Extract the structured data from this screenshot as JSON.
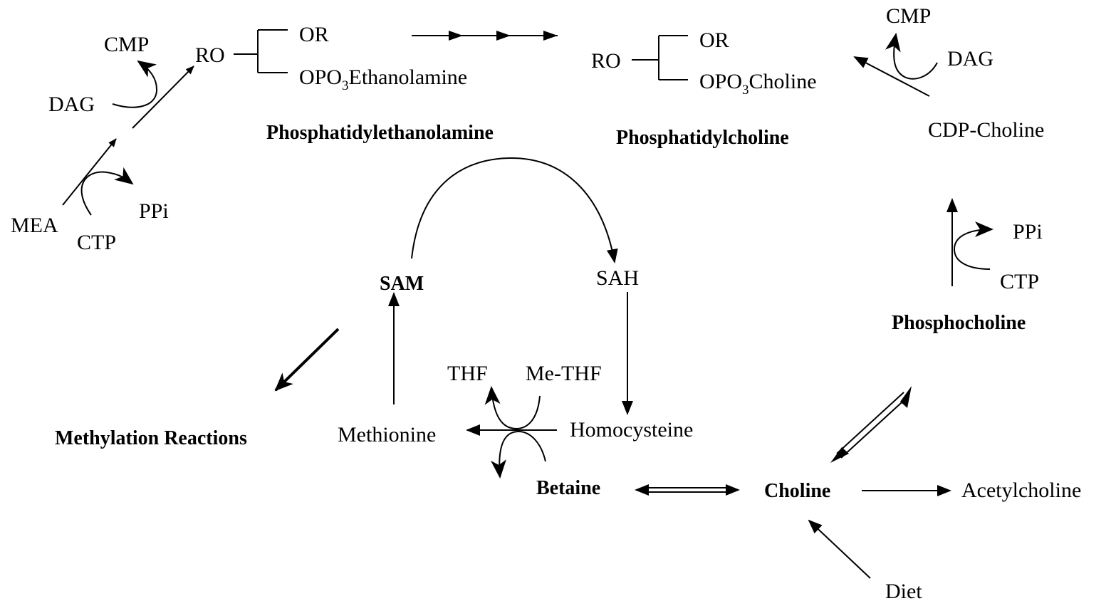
{
  "top_left": {
    "cmp": "CMP",
    "dag": "DAG",
    "mea": "MEA",
    "ctp": "CTP",
    "ppi": "PPi",
    "ro": "RO",
    "or": "OR",
    "opo": "OPO",
    "opo_sub": "3",
    "opo_rest": "Ethanolamine",
    "pe_name": "Phosphatidylethanolamine"
  },
  "top_middle": {
    "ro": "RO",
    "or": "OR",
    "opo": "OPO",
    "opo_sub": "3",
    "opo_rest": "Choline",
    "pc_name": "Phosphatidylcholine"
  },
  "top_right": {
    "cmp": "CMP",
    "dag": "DAG",
    "cdp_choline": "CDP-Choline"
  },
  "right": {
    "ppi": "PPi",
    "ctp": "CTP",
    "phosphocholine": "Phosphocholine"
  },
  "cycle": {
    "sam": "SAM",
    "sah": "SAH",
    "thf": "THF",
    "me_thf": "Me-THF",
    "methionine": "Methionine",
    "homocysteine": "Homocysteine",
    "betaine": "Betaine",
    "methylation": "Methylation Reactions"
  },
  "bottom": {
    "choline": "Choline",
    "acetylcholine": "Acetylcholine",
    "diet": "Diet"
  }
}
